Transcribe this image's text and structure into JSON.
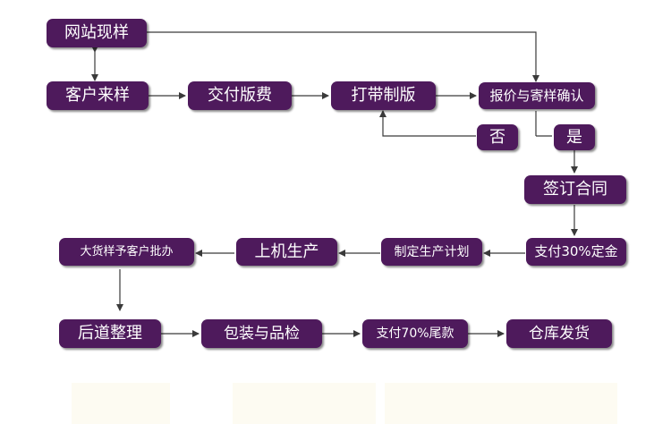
{
  "colors": {
    "node_fill": "#4e1a5c",
    "node_text": "#ffffff",
    "connector": "#3a3a3a",
    "background": "#ffffff"
  },
  "nodes": {
    "website_sample": "网站现样",
    "customer_sample": "客户来样",
    "pay_plate_fee": "交付版费",
    "make_tape_plate": "打带制版",
    "quote_and_send_sample": "报价与寄样确认",
    "no": "否",
    "yes": "是",
    "sign_contract": "签订合同",
    "pay_deposit": "支付30%定金",
    "production_plan": "制定生产计划",
    "machine_production": "上机生产",
    "bulk_sample_approval": "大货样予客户批办",
    "post_finishing": "后道整理",
    "packing_inspection": "包装与品检",
    "pay_balance": "支付70%尾款",
    "warehouse_shipping": "仓库发货"
  }
}
